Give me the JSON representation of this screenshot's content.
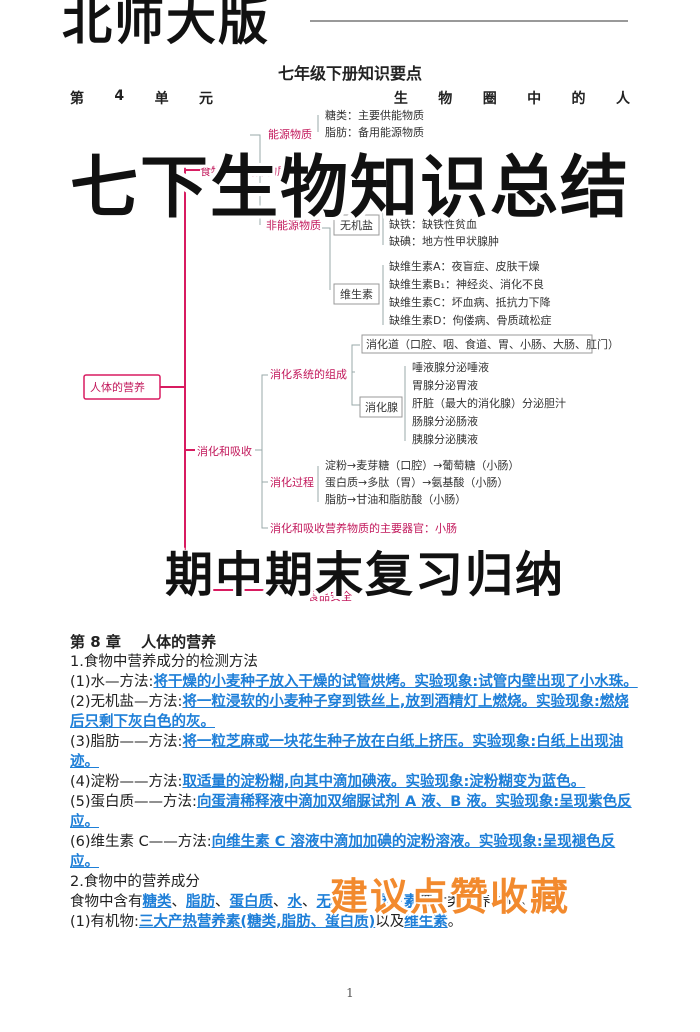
{
  "banners": {
    "top": "北师大版",
    "main": "七下生物知识总结",
    "mid": "期中期末复习归纳",
    "cta": "建议点赞收藏"
  },
  "doc": {
    "title": "七年级下册知识要点",
    "unit_chars_left": [
      "第",
      "4",
      "单",
      "元"
    ],
    "unit_chars_right": [
      "生",
      "物",
      "圈",
      "中",
      "的",
      "人"
    ]
  },
  "mindmap": {
    "root": "人体的营养",
    "energy": "能源物质",
    "food_nutrients": "食物中的营养物质",
    "carb": "糖类：主要供能物质",
    "fat": "脂肪：备用能源物质",
    "non_energy": "非能源物质",
    "mineral": "无机盐",
    "iron": "缺铁：缺铁性贫血",
    "iodine": "缺碘：地方性甲状腺肿",
    "vitamin": "维生素",
    "vit_a": "缺维生素A：夜盲症、皮肤干燥",
    "vit_b1": "缺维生素B₁：神经炎、消化不良",
    "vit_c": "缺维生素C：坏血病、抵抗力下降",
    "vit_d": "缺维生素D：佝偻病、骨质疏松症",
    "digestion": "消化和吸收",
    "system": "消化系统的组成",
    "tract": "消化道（口腔、咽、食道、胃、小肠、大肠、肛门）",
    "glands": "消化腺",
    "g1": "唾液腺分泌唾液",
    "g2": "胃腺分泌胃液",
    "g3": "肝脏（最大的消化腺）分泌胆汁",
    "g4": "肠腺分泌肠液",
    "g5": "胰腺分泌胰液",
    "process": "消化过程",
    "p1": "淀粉→麦芽糖（口腔）→葡萄糖（小肠）",
    "p2": "蛋白质→多肽（胃）→氨基酸（小肠）",
    "p3": "脂肪→甘油和脂肪酸（小肠）",
    "absorb": "消化和吸收营养物质的主要器官：小肠",
    "safety": "食品安全"
  },
  "notes": {
    "chapter": "第 8 章　 人体的营养",
    "s1": "1.食物中营养成分的检测方法",
    "water_p": "(1)水—方法:",
    "water_h": "将干燥的小麦种子放入干燥的试管烘烤。实验现象:试管内壁出现了小水珠。",
    "min_p": "(2)无机盐—方法:",
    "min_h": "将一粒浸软的小麦种子穿到铁丝上,放到酒精灯上燃烧。实验现象:燃烧后只剩下灰白色的灰。",
    "fat_p": "(3)脂肪——方法:",
    "fat_h": "将一粒芝麻或一块花生种子放在白纸上挤压。实验现象:白纸上出现油迹。",
    "starch_p": "(4)淀粉——方法:",
    "starch_h": "取适量的淀粉糊,向其中滴加碘液。实验现象:淀粉糊变为蓝色。",
    "prot_p": "(5)蛋白质——方法:",
    "prot_h": "向蛋清稀释液中滴加双缩脲试剂 A 液、B 液。实验现象:呈现紫色反应。",
    "vit_p": "(6)维生素 C——方法:",
    "vit_h": "向维生素 C 溶液中滴加加碘的淀粉溶液。实验现象:呈现褪色反应。",
    "s2": "2.食物中的营养成分",
    "six_pre": "食物中含有",
    "n1": "糖类",
    "n2": "脂肪",
    "n3": "蛋白质",
    "n4": "水",
    "n5": "无机盐",
    "n6": "维生素",
    "sep": "、",
    "six_post": "等六类营养物质。",
    "org_p": "(1)有机物:",
    "org_h1": "三大产热营养素(糖类,脂肪、蛋白质)",
    "org_mid": "以及",
    "org_h2": "维生素",
    "org_end": "。"
  },
  "page": {
    "number": "1"
  },
  "colors": {
    "accent_pink": "#d81b60",
    "link_blue": "#1e7fd8",
    "cta_orange": "#f28a2e"
  }
}
